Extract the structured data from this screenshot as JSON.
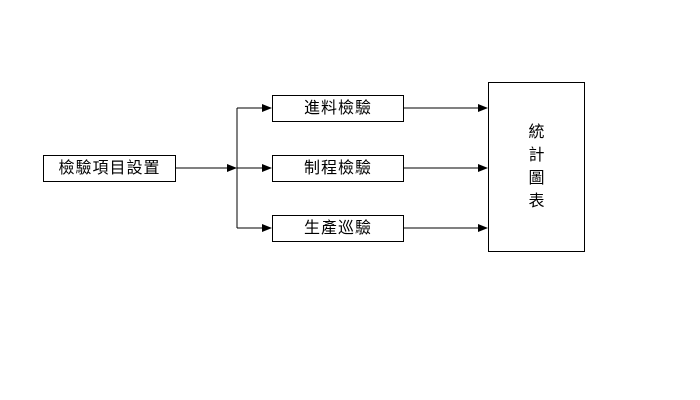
{
  "diagram": {
    "title": "inspection-flowchart",
    "colors": {
      "background": "#ffffff",
      "line": "#000000",
      "box_border": "#000000",
      "text": "#000000"
    },
    "nodes": {
      "source": {
        "label": "檢驗項目設置"
      },
      "branch_1": {
        "label": "進料檢驗"
      },
      "branch_2": {
        "label": "制程檢驗"
      },
      "branch_3": {
        "label": "生產巡驗"
      },
      "output": {
        "label": "統計圖表"
      }
    },
    "edges": [
      {
        "from": "source",
        "to": "branch-junction"
      },
      {
        "from": "branch-junction",
        "to": "branch_1"
      },
      {
        "from": "branch-junction",
        "to": "branch_2"
      },
      {
        "from": "branch-junction",
        "to": "branch_3"
      },
      {
        "from": "branch_1",
        "to": "output"
      },
      {
        "from": "branch_2",
        "to": "output"
      },
      {
        "from": "branch_3",
        "to": "output"
      }
    ]
  }
}
